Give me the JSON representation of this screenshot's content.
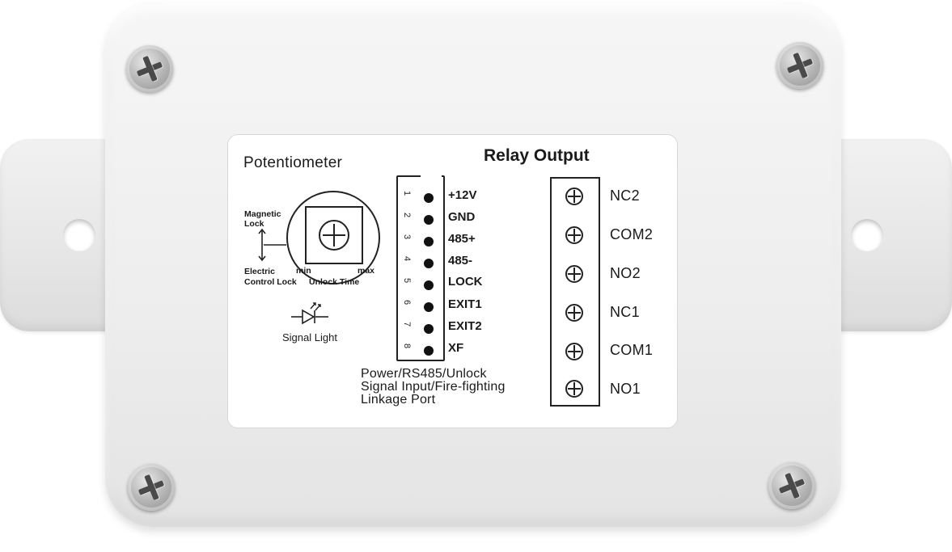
{
  "label": {
    "potentiometer_title": "Potentiometer",
    "relay_title": "Relay Output",
    "magnetic_lock_line1": "Magnetic",
    "magnetic_lock_line2": "Lock",
    "electric_lock_line1": "Electric",
    "electric_lock_line2": "Control Lock",
    "min": "min",
    "max": "max",
    "unlock_time": "Unlock Time",
    "signal_light": "Signal Light",
    "pins": [
      {
        "num": "1",
        "label": "+12V"
      },
      {
        "num": "2",
        "label": "GND"
      },
      {
        "num": "3",
        "label": "485+"
      },
      {
        "num": "4",
        "label": "485-"
      },
      {
        "num": "5",
        "label": "LOCK"
      },
      {
        "num": "6",
        "label": "EXIT1"
      },
      {
        "num": "7",
        "label": "EXIT2"
      },
      {
        "num": "8",
        "label": "XF"
      }
    ],
    "port_caption_line1": "Power/RS485/Unlock",
    "port_caption_line2": "Signal Input/Fire-fighting",
    "port_caption_line3": "Linkage Port",
    "relay_terminals": [
      "NC2",
      "COM2",
      "NO2",
      "NC1",
      "COM1",
      "NO1"
    ]
  }
}
